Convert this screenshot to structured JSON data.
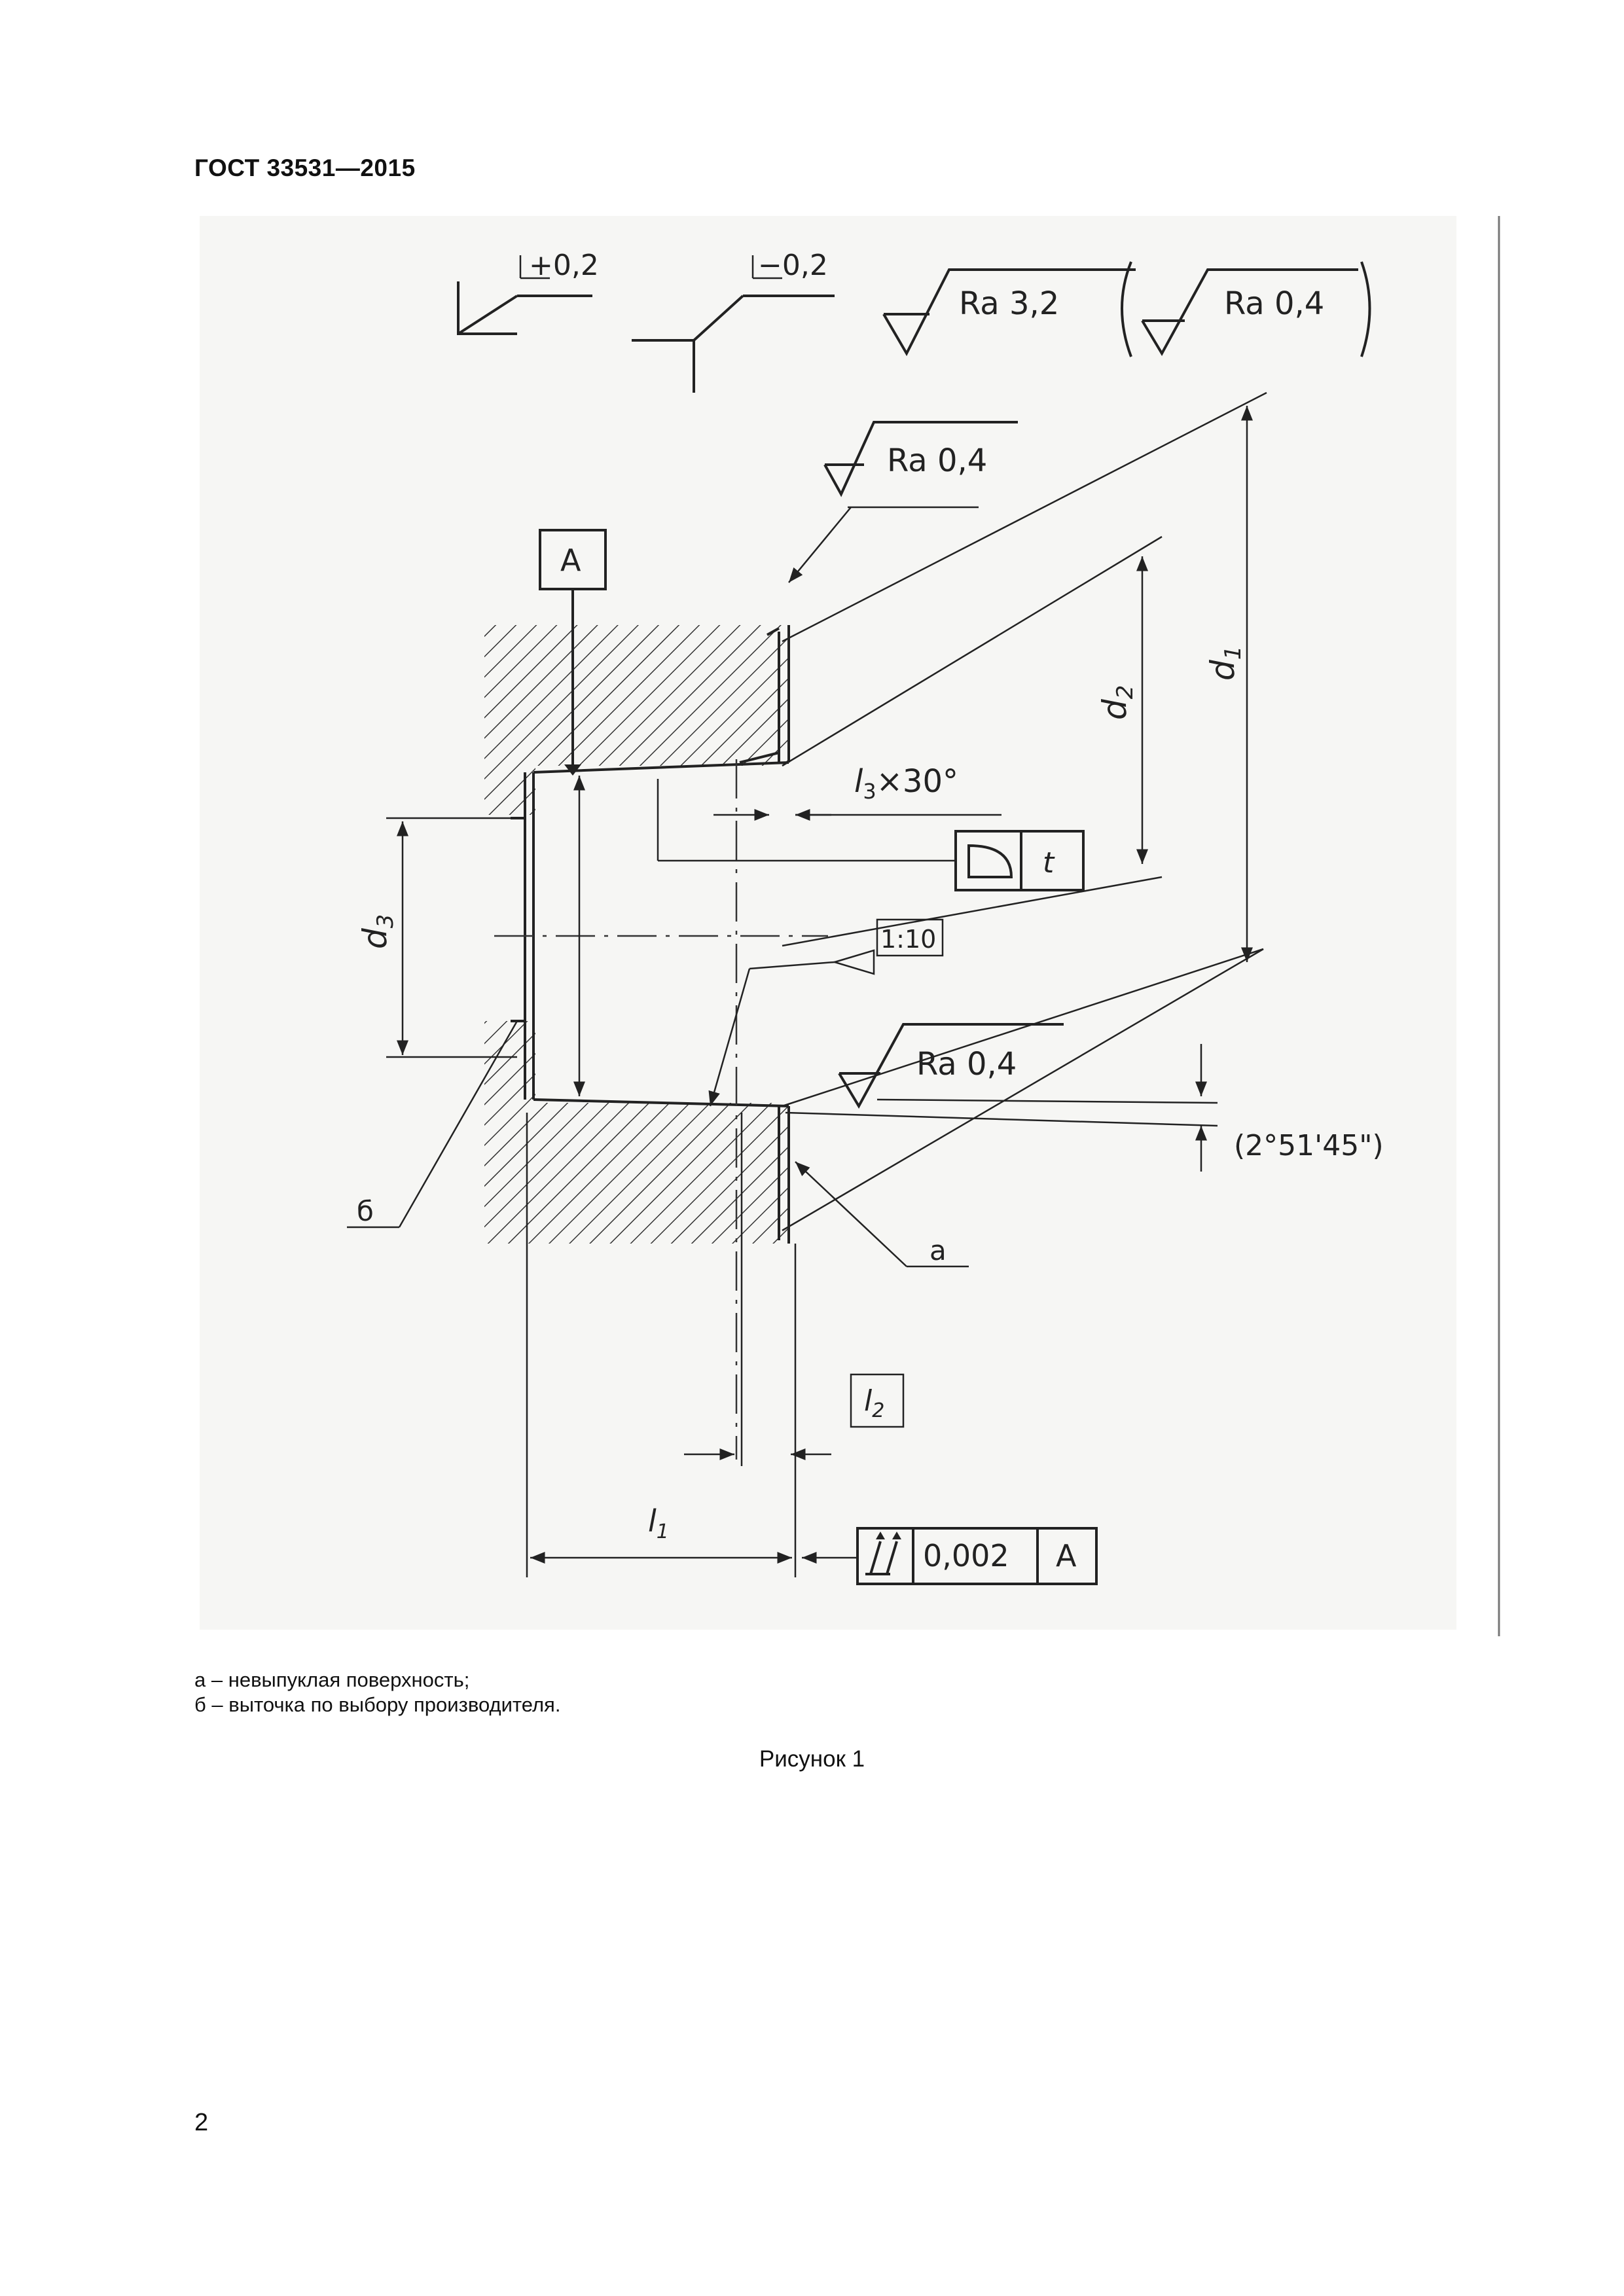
{
  "header": {
    "standard": "ГОСТ 33531—2015"
  },
  "drawing": {
    "symbols": {
      "plus_tol": "+0,2",
      "minus_tol": "−0,2",
      "ra_top": "Ra 3,2",
      "ra_paren": "Ra 0,4",
      "ra_1": "Ra 0,4",
      "ra_2": "Ra 0,4"
    },
    "datum": "A",
    "dims": {
      "d1": "d",
      "d1_sub": "1",
      "d2": "d",
      "d2_sub": "2",
      "d3": "d",
      "d3_sub": "3",
      "l1": "l",
      "l1_sub": "1",
      "l2": "l",
      "l2_sub": "2",
      "l3": "l",
      "l3_sub": "3",
      "l3_suffix": "×30°",
      "angle": "(2°51'45\")",
      "taper": "1:10"
    },
    "profile_frame": {
      "tolerance": "t"
    },
    "runout_frame": {
      "value": "0,002",
      "datum": "A"
    },
    "callouts": {
      "a": "а",
      "b": "б"
    }
  },
  "legend": [
    "а – невыпуклая поверхность;",
    "б – выточка по выбору производителя."
  ],
  "caption": "Рисунок 1",
  "page_number": "2"
}
